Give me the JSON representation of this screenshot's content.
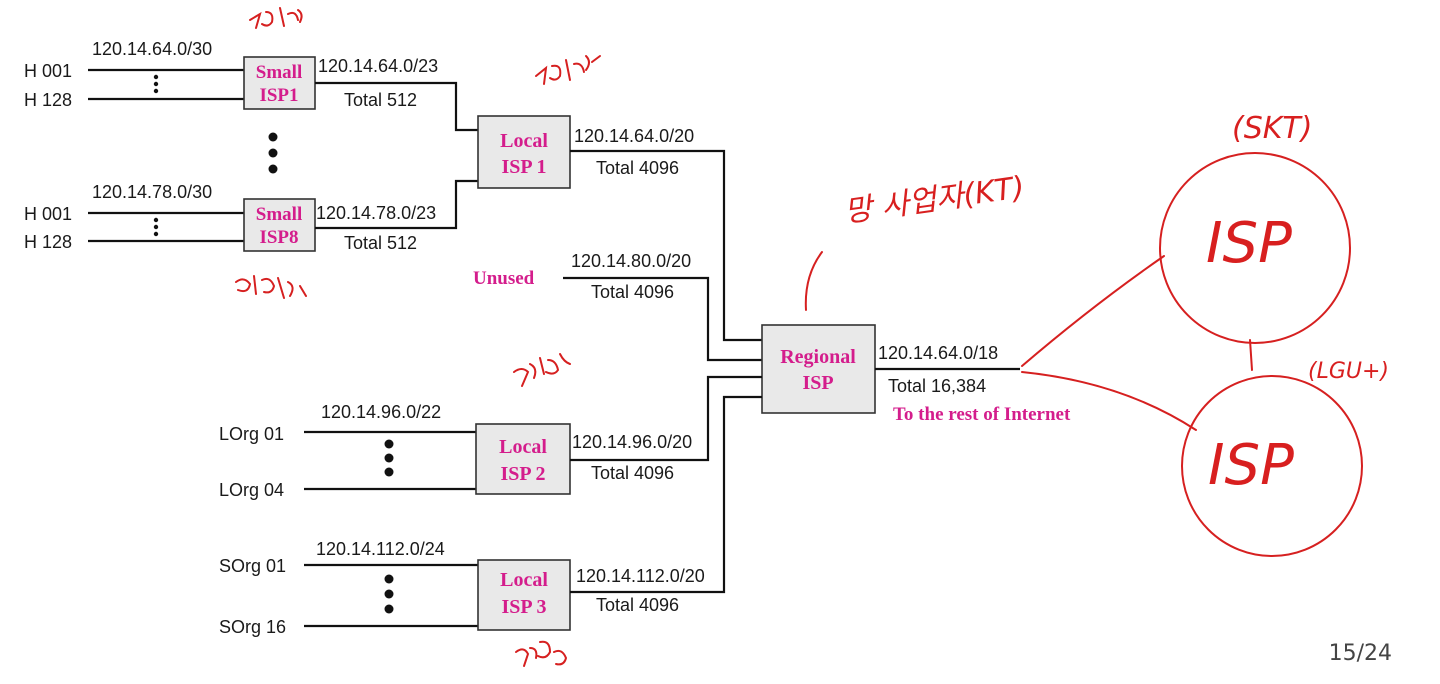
{
  "hosts_top": {
    "h001": "H 001",
    "h128": "H 128",
    "block": "120.14.64.0/30"
  },
  "hosts_mid": {
    "h001": "H 001",
    "h128": "H 128",
    "block": "120.14.78.0/30"
  },
  "small_isp1": {
    "line1": "Small",
    "line2": "ISP1",
    "block": "120.14.64.0/23",
    "total": "Total 512"
  },
  "small_isp8": {
    "line1": "Small",
    "line2": "ISP8",
    "block": "120.14.78.0/23",
    "total": "Total 512"
  },
  "local_isp1": {
    "line1": "Local",
    "line2": "ISP 1",
    "block": "120.14.64.0/20",
    "total": "Total 4096"
  },
  "unused": {
    "label": "Unused",
    "block": "120.14.80.0/20",
    "total": "Total 4096"
  },
  "local_isp2": {
    "line1": "Local",
    "line2": "ISP 2",
    "block": "120.14.96.0/20",
    "total": "Total 4096"
  },
  "local_isp3": {
    "line1": "Local",
    "line2": "ISP 3",
    "block": "120.14.112.0/20",
    "total": "Total 4096"
  },
  "lorgs": {
    "first": "LOrg 01",
    "last": "LOrg 04",
    "block": "120.14.96.0/22"
  },
  "sorgs": {
    "first": "SOrg 01",
    "last": "SOrg 16",
    "block": "120.14.112.0/24"
  },
  "regional_isp": {
    "line1": "Regional",
    "line2": "ISP",
    "block": "120.14.64.0/18",
    "total": "Total 16,384",
    "out": "To the rest of Internet"
  },
  "handwriting": {
    "top_isp": "ISP",
    "bottom_isp": "ISP",
    "top_tag": "(SKT)",
    "bottom_tag": "(LGU+)",
    "carrier": "망 사업자(KT)"
  },
  "page": {
    "number": "15/24"
  },
  "colors": {
    "node_text": "#d41d8c",
    "ink": "#d62020",
    "box_fill": "#e9e9e9"
  }
}
